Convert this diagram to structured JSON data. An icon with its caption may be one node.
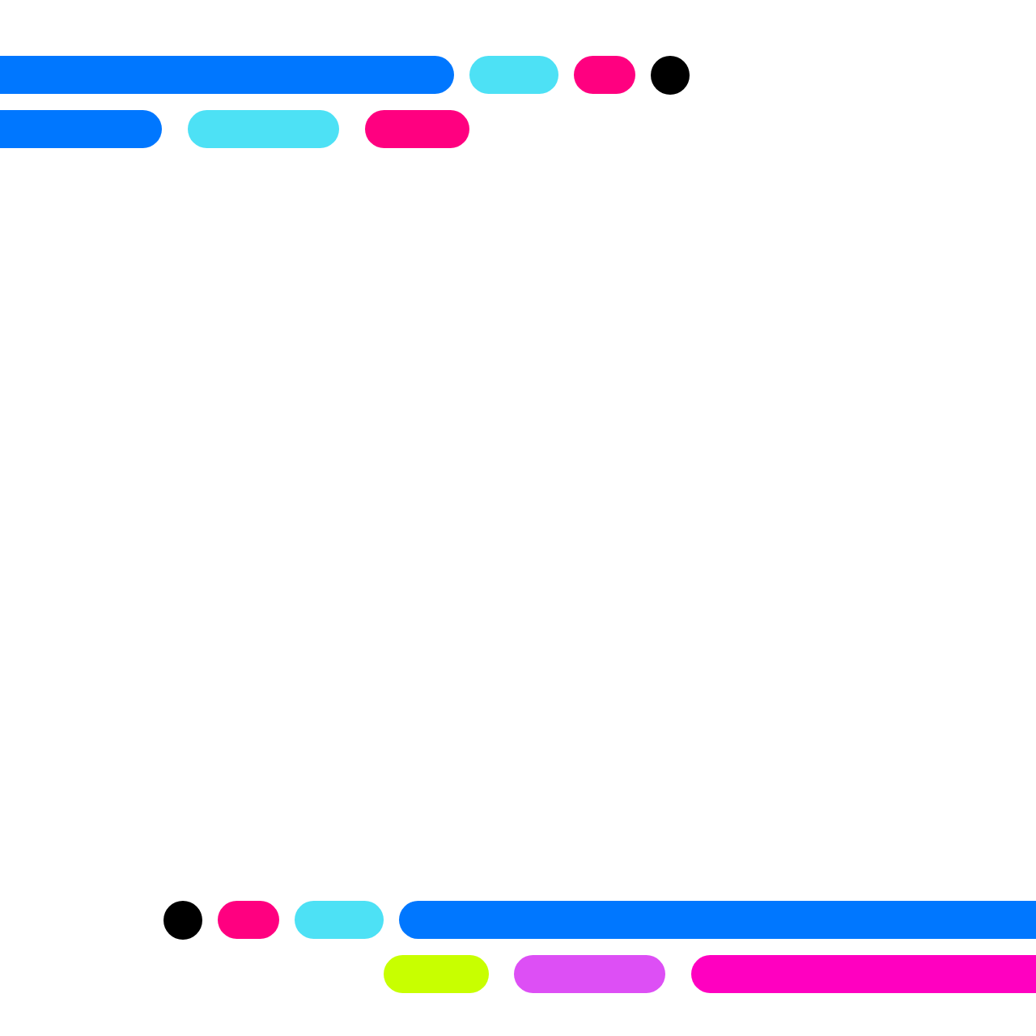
{
  "diagram": {
    "nodes": [
      {
        "text": [],
        "shape": "bar"
      },
      {
        "text": [],
        "shape": "bar"
      },
      {
        "text": [],
        "shape": "bar"
      },
      {
        "text": [],
        "shape": "circle"
      },
      {
        "text": [],
        "shape": "bar"
      },
      {
        "text": [],
        "shape": "bar"
      },
      {
        "text": [],
        "shape": "bar"
      },
      {
        "text": [],
        "shape": "circle"
      },
      {
        "text": [],
        "shape": "bar"
      },
      {
        "text": [],
        "shape": "bar"
      },
      {
        "text": [],
        "shape": "bar"
      },
      {
        "text": [],
        "shape": "bar"
      },
      {
        "text": [],
        "shape": "bar"
      },
      {
        "text": [],
        "shape": "bar"
      }
    ]
  }
}
